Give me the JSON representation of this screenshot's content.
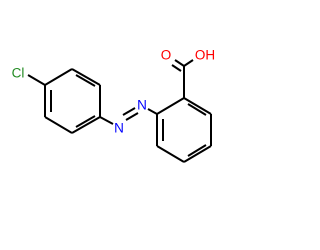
{
  "molecule": {
    "atoms": {
      "cl": {
        "label": "Cl",
        "color": "#228b22"
      },
      "n1": {
        "label": "N",
        "color": "#0000ff"
      },
      "n2": {
        "label": "N",
        "color": "#0000ff"
      },
      "o_carbonyl": {
        "label": "O",
        "color": "#ff0000"
      },
      "o_hydroxyl": {
        "label": "OH",
        "color": "#ff0000"
      }
    },
    "bond_color": "#000000"
  }
}
